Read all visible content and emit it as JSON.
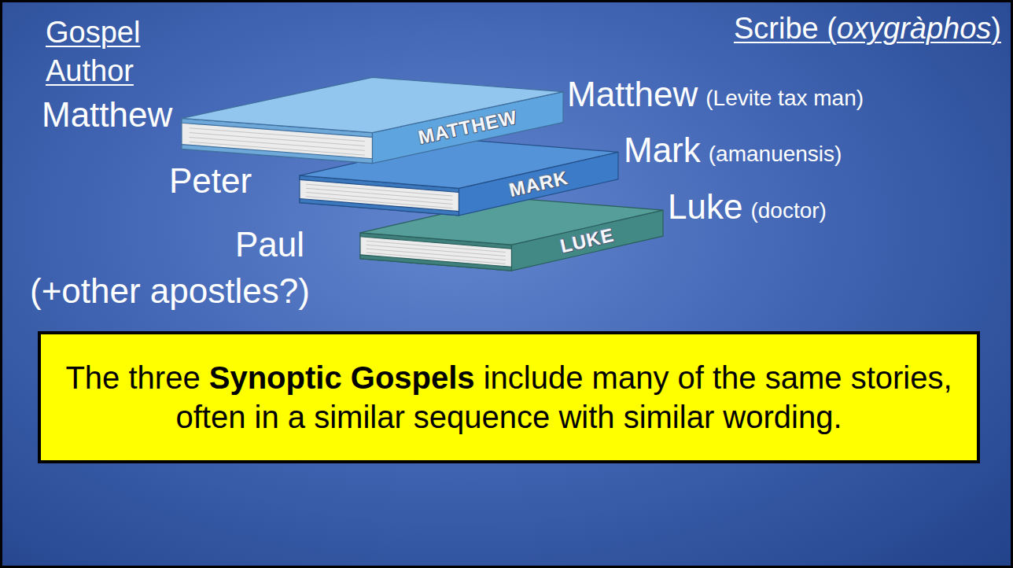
{
  "diagram": {
    "nodes": [
      {
        "text": [
          "MATTHEW"
        ]
      },
      {
        "text": [
          "MARK"
        ]
      },
      {
        "text": [
          "LUKE"
        ]
      },
      {
        "text": [
          "The three Synoptic Gospels include many of the same stories, often in a similar sequence with similar wording."
        ]
      }
    ],
    "labels": [
      "Gospel Author",
      "Scribe (oxygràphos)",
      "Matthew",
      "Peter",
      "Paul",
      "(+other apostles?)",
      "Matthew",
      "(Levite tax man)",
      "Mark",
      "(amanuensis)",
      "Luke",
      "(doctor)"
    ]
  }
}
